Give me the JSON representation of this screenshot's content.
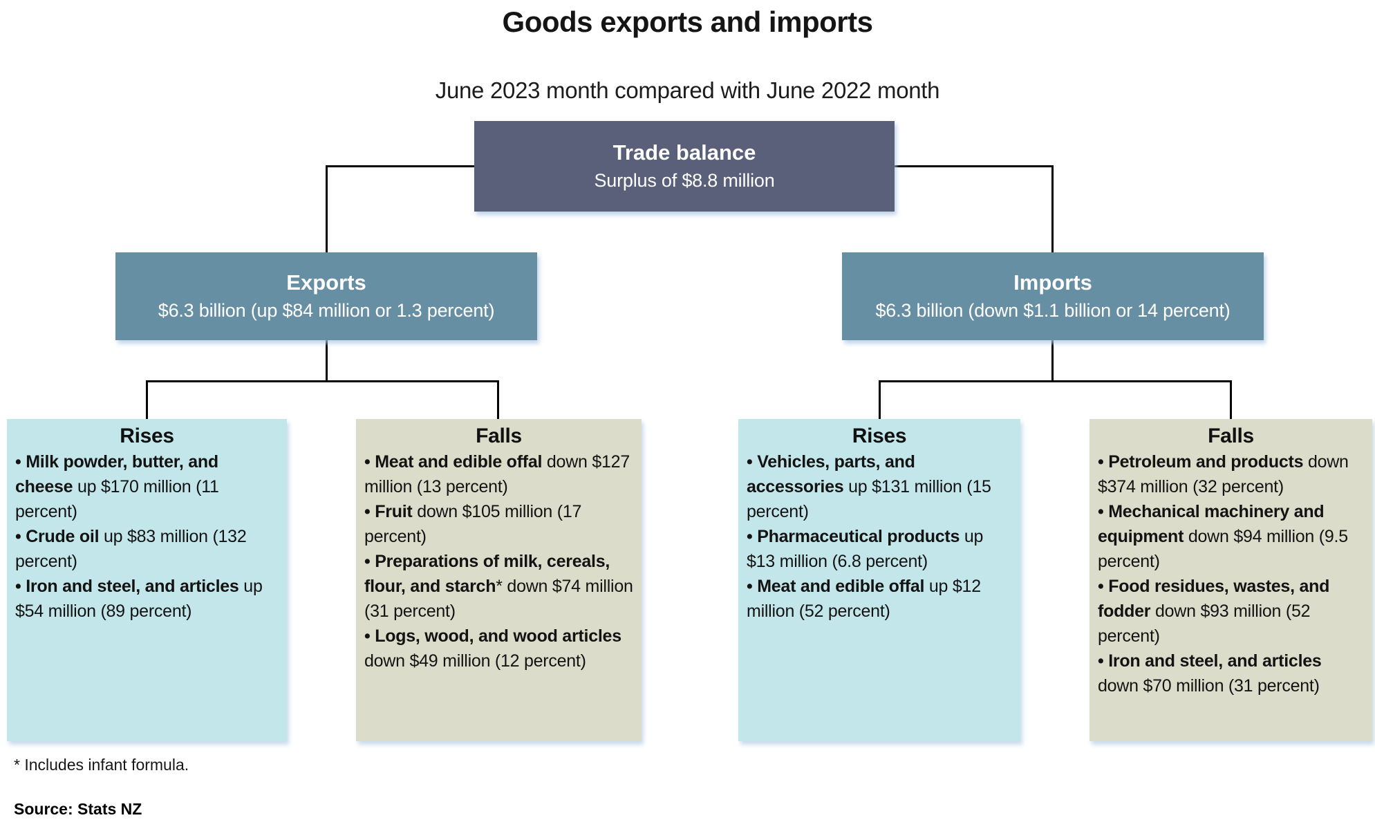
{
  "title": "Goods exports and imports",
  "subtitle": "June 2023 month compared with June 2022 month",
  "footnote": "* Includes infant formula.",
  "source": "Source: Stats NZ",
  "colors": {
    "trade_balance_bg": "#5a5f7a",
    "branch_bg": "#678fa3",
    "rises_bg": "#c3e6ea",
    "falls_bg": "#dcdcca",
    "connector": "#000000",
    "text_dark": "#111111",
    "text_light": "#ffffff"
  },
  "tree": {
    "root": {
      "title": "Trade balance",
      "subtitle": "Surplus of $8.8 million"
    },
    "exports": {
      "title": "Exports",
      "subtitle": "$6.3 billion (up $84 million or 1.3 percent)",
      "rises": {
        "heading": "Rises",
        "items": [
          {
            "bold": "Milk powder, butter, and cheese",
            "rest": " up $170 million (11 percent)"
          },
          {
            "bold": "Crude oil",
            "rest": " up $83 million (132 percent)"
          },
          {
            "bold": "Iron and steel, and articles",
            "rest": " up $54 million (89 percent)"
          }
        ]
      },
      "falls": {
        "heading": "Falls",
        "items": [
          {
            "bold": "Meat and edible offal",
            "rest": " down $127 million (13 percent)"
          },
          {
            "bold": "Fruit",
            "rest": " down $105 million (17 percent)"
          },
          {
            "bold": "Preparations of milk, cereals, flour, and starch",
            "rest": "* down $74 million (31 percent)"
          },
          {
            "bold": "Logs, wood, and wood articles",
            "rest": " down $49 million (12 percent)"
          }
        ]
      }
    },
    "imports": {
      "title": "Imports",
      "subtitle": "$6.3 billion (down $1.1 billion or 14 percent)",
      "rises": {
        "heading": "Rises",
        "items": [
          {
            "bold": "Vehicles, parts, and accessories",
            "rest": " up $131 million (15 percent)"
          },
          {
            "bold": "Pharmaceutical products",
            "rest": " up $13 million (6.8 percent)"
          },
          {
            "bold": "Meat and edible offal",
            "rest": " up $12 million (52 percent)"
          }
        ]
      },
      "falls": {
        "heading": "Falls",
        "items": [
          {
            "bold": "Petroleum and products",
            "rest": " down $374 million (32 percent)"
          },
          {
            "bold": "Mechanical machinery and equipment",
            "rest": " down $94 million (9.5 percent)"
          },
          {
            "bold": "Food residues, wastes, and fodder",
            "rest": " down $93 million (52 percent)"
          },
          {
            "bold": "Iron and steel, and articles",
            "rest": " down $70 million (31 percent)"
          }
        ]
      }
    }
  }
}
